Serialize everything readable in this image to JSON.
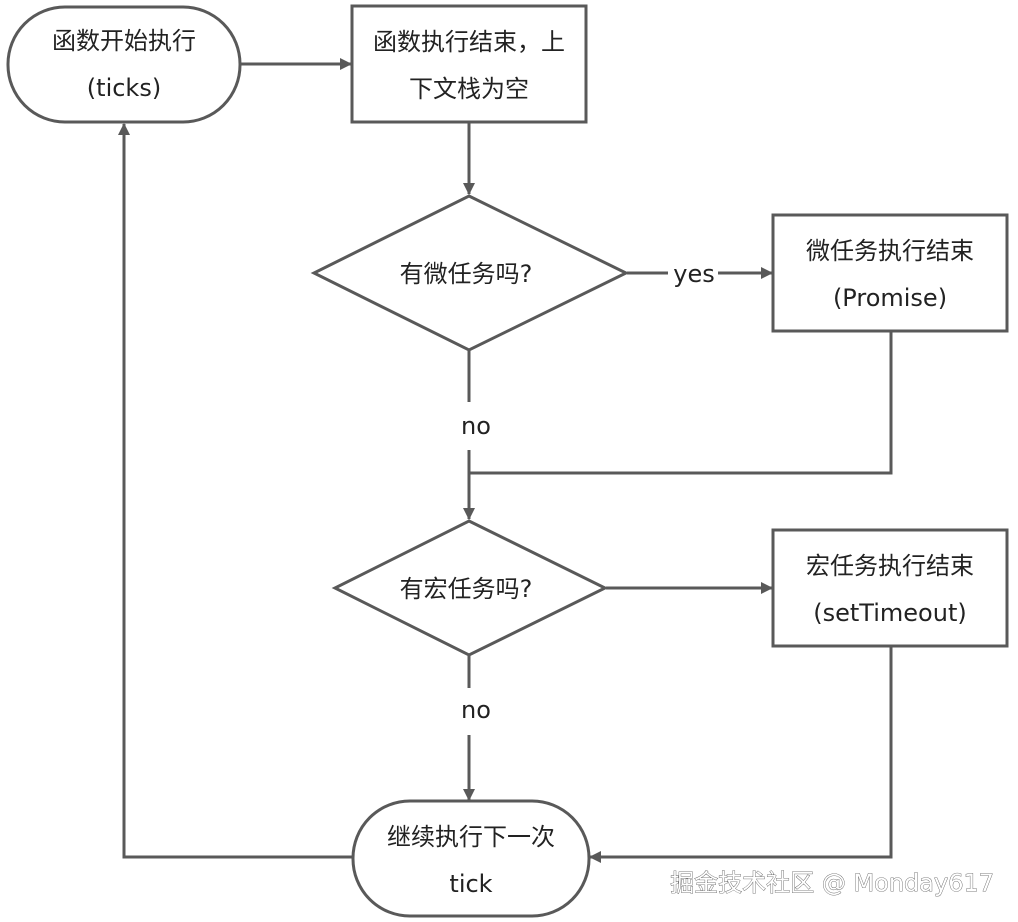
{
  "nodes": {
    "start": {
      "line1": "函数开始执行",
      "line2": "(ticks)"
    },
    "stack_empty": {
      "line1": "函数执行结束，上",
      "line2": "下文栈为空"
    },
    "has_micro": {
      "label": "有微任务吗?"
    },
    "micro_done": {
      "line1": "微任务执行结束",
      "line2": "(Promise)"
    },
    "has_macro": {
      "label": "有宏任务吗?"
    },
    "macro_done": {
      "line1": "宏任务执行结束",
      "line2": "(setTimeout)"
    },
    "next_tick": {
      "line1": "继续执行下一次",
      "line2": "tick"
    }
  },
  "edges": {
    "micro_yes": "yes",
    "micro_no": "no",
    "macro_no": "no"
  },
  "watermark": "掘金技术社区 @ Monday617",
  "colors": {
    "stroke": "#595959",
    "text": "#222222",
    "background": "#ffffff"
  }
}
